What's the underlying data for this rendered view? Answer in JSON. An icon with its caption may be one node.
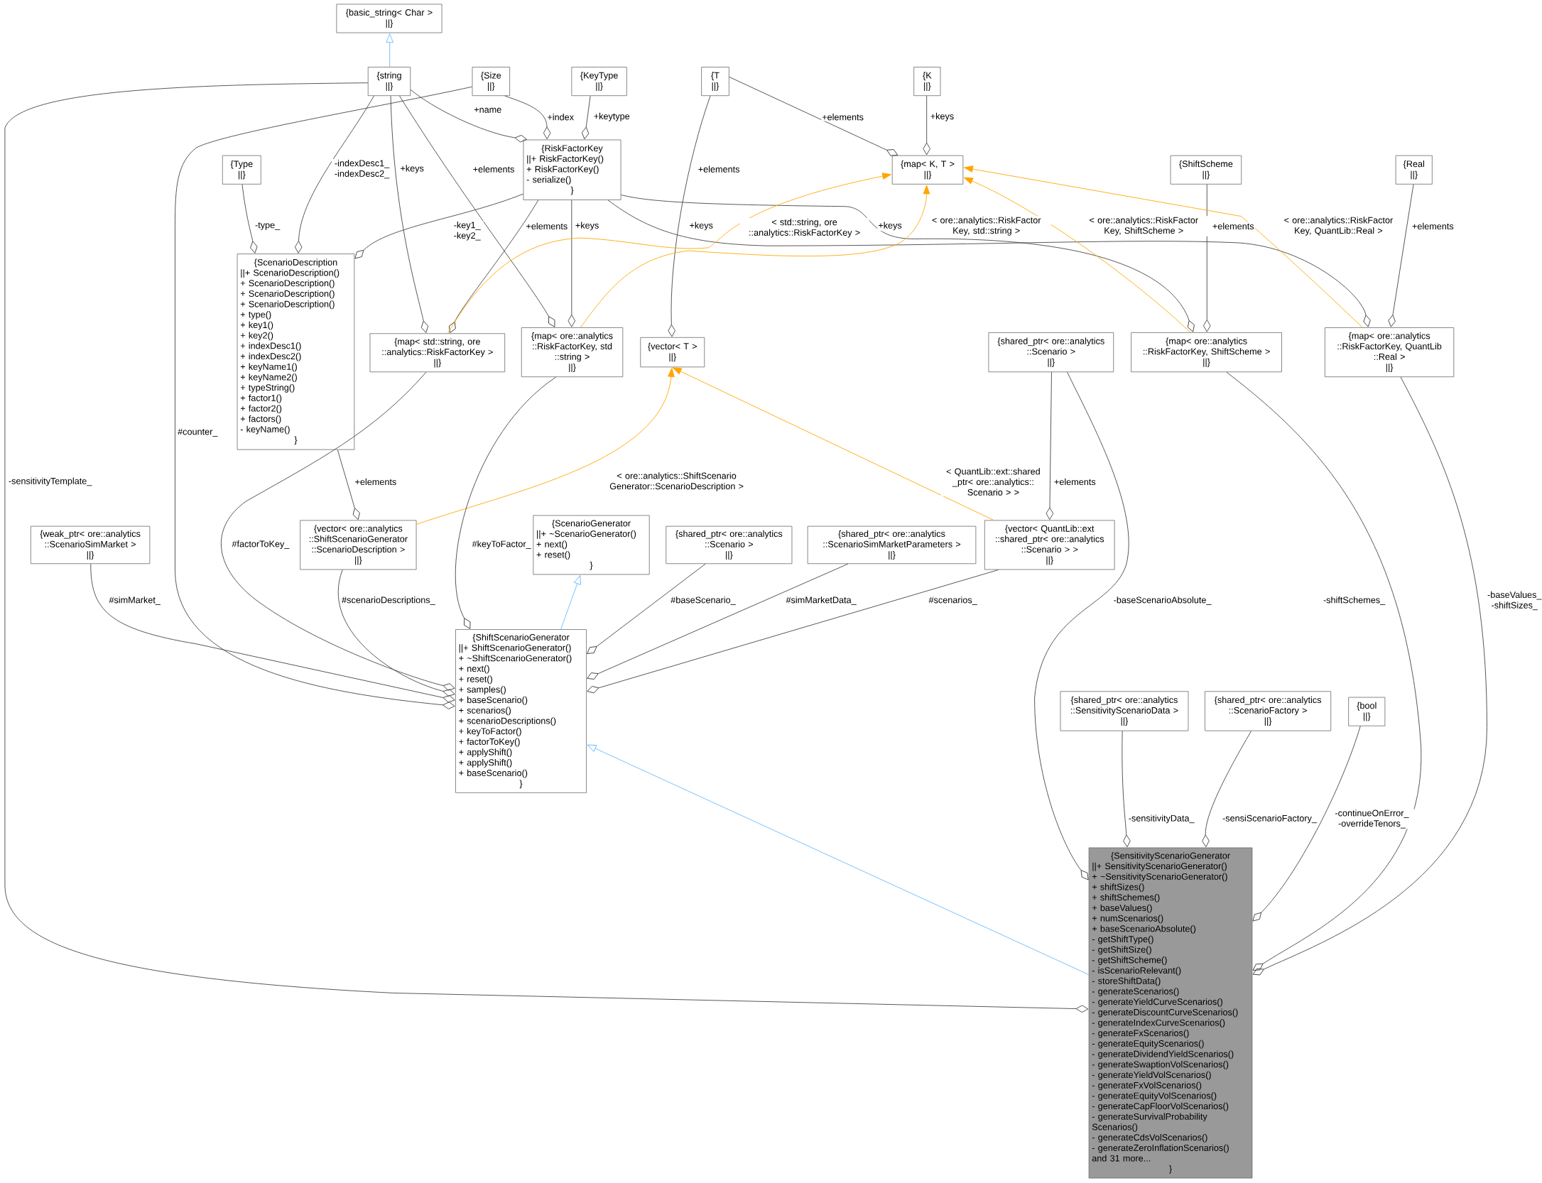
{
  "diagram": {
    "nodes": [
      {
        "text": [
          "{basic_string< Char >",
          "||}"
        ]
      },
      {
        "text": [
          "{string",
          "||}"
        ]
      },
      {
        "text": [
          "{Size",
          "||}"
        ]
      },
      {
        "text": [
          "{KeyType",
          "||}"
        ]
      },
      {
        "text": [
          "{T",
          "||}"
        ]
      },
      {
        "text": [
          "{K",
          "||}"
        ]
      },
      {
        "text": [
          "{map< K, T >",
          "||}"
        ]
      },
      {
        "text": [
          "{Type",
          "||}"
        ]
      },
      {
        "text": [
          "{RiskFactorKey",
          "||+ RiskFactorKey()",
          "+ RiskFactorKey()",
          "- serialize()",
          "}"
        ]
      },
      {
        "text": [
          "{ShiftScheme",
          "||}"
        ]
      },
      {
        "text": [
          "{Real",
          "||}"
        ]
      },
      {
        "text": [
          "{ScenarioDescription",
          "||+ ScenarioDescription()",
          "+ ScenarioDescription()",
          "+ ScenarioDescription()",
          "+ ScenarioDescription()",
          "+ type()",
          "+ key1()",
          "+ key2()",
          "+ indexDesc1()",
          "+ indexDesc2()",
          "+ keyName1()",
          "+ keyName2()",
          "+ typeString()",
          "+ factor1()",
          "+ factor2()",
          "+ factors()",
          "- keyName()",
          "}"
        ]
      },
      {
        "text": [
          "{map< std::string, ore ::analytics::RiskFactorKey >",
          "||}"
        ]
      },
      {
        "text": [
          "{map< ore::analytics ::RiskFactorKey, std ::string >",
          "||}"
        ]
      },
      {
        "text": [
          "{vector< T >",
          "||}"
        ]
      },
      {
        "text": [
          "{shared_ptr< ore::analytics ::Scenario >",
          "||}"
        ]
      },
      {
        "text": [
          "{map< ore::analytics ::RiskFactorKey, ShiftScheme >",
          "||}"
        ]
      },
      {
        "text": [
          "{map< ore::analytics ::RiskFactorKey, QuantLib ::Real >",
          "||}"
        ]
      },
      {
        "text": [
          "{weak_ptr< ore::analytics ::ScenarioSimMarket >",
          "||}"
        ]
      },
      {
        "text": [
          "{vector< ore::analytics ::ShiftScenarioGenerator ::ScenarioDescription >",
          "||}"
        ]
      },
      {
        "text": [
          "{ScenarioGenerator",
          "||+ ~ScenarioGenerator()",
          "+ next()",
          "+ reset()",
          "}"
        ]
      },
      {
        "text": [
          "{shared_ptr< ore::analytics ::Scenario >",
          "||}"
        ]
      },
      {
        "text": [
          "{shared_ptr< ore::analytics ::ScenarioSimMarketParameters >",
          "||}"
        ]
      },
      {
        "text": [
          "{vector< QuantLib::ext ::shared_ptr< ore::analytics ::Scenario > >",
          "||}"
        ]
      },
      {
        "text": [
          "{ShiftScenarioGenerator",
          "||+ ShiftScenarioGenerator()",
          "+ ~ShiftScenarioGenerator()",
          "+ next()",
          "+ reset()",
          "+ samples()",
          "+ baseScenario()",
          "+ scenarios()",
          "+ scenarioDescriptions()",
          "+ keyToFactor()",
          "+ factorToKey()",
          "+ applyShift()",
          "+ applyShift()",
          "+ baseScenario()",
          "}"
        ]
      },
      {
        "text": [
          "{shared_ptr< ore::analytics ::SensitivityScenarioData >",
          "||}"
        ]
      },
      {
        "text": [
          "{shared_ptr< ore::analytics ::ScenarioFactory >",
          "||}"
        ]
      },
      {
        "text": [
          "{bool",
          "||}"
        ]
      },
      {
        "text": [
          "{SensitivityScenarioGenerator",
          "||+ SensitivityScenarioGenerator()",
          "+ ~SensitivityScenarioGenerator()",
          "+ shiftSizes()",
          "+ shiftSchemes()",
          "+ baseValues()",
          "+ numScenarios()",
          "+ baseScenarioAbsolute()",
          "- getShiftType()",
          "- getShiftSize()",
          "- getShiftScheme()",
          "- isScenarioRelevant()",
          "- storeShiftData()",
          "- generateScenarios()",
          "- generateYieldCurveScenarios()",
          "- generateDiscountCurveScenarios()",
          "- generateIndexCurveScenarios()",
          "- generateFxScenarios()",
          "- generateEquityScenarios()",
          "- generateDividendYieldScenarios()",
          "- generateSwaptionVolScenarios()",
          "- generateYieldVolScenarios()",
          "- generateFxVolScenarios()",
          "- generateEquityVolScenarios()",
          "- generateCapFloorVolScenarios()",
          "- generateSurvivalProbability Scenarios()",
          "- generateCdsVolScenarios()",
          "- generateZeroInflationScenarios()",
          "and 31 more...",
          "}"
        ]
      }
    ],
    "edges": [
      {
        "from": 1,
        "to": 0,
        "arrow": "to",
        "color": "#63b8ff"
      },
      {
        "from": 1,
        "to": 28,
        "arrow": "other",
        "label": "-sensitivityTemplate_"
      },
      {
        "from": 2,
        "to": 24,
        "arrow": "other",
        "label": "#counter_"
      },
      {
        "from": 1,
        "to": 8,
        "arrow": "other",
        "label": "+name"
      },
      {
        "from": 2,
        "to": 8,
        "arrow": "other",
        "label": "+index"
      },
      {
        "from": 3,
        "to": 8,
        "arrow": "other",
        "label": "+keytype"
      },
      {
        "from": 4,
        "to": 6,
        "arrow": "other",
        "label": "+elements"
      },
      {
        "from": 5,
        "to": 6,
        "arrow": "other",
        "label": "+keys"
      },
      {
        "from": 7,
        "to": 11,
        "arrow": "other",
        "label": "-type_"
      },
      {
        "from": 1,
        "to": 11,
        "arrow": "other",
        "label": "-indexDesc1_ -indexDesc2_"
      },
      {
        "from": 8,
        "to": 11,
        "arrow": "other",
        "label": "-key1_ -key2_"
      },
      {
        "from": 1,
        "to": 12,
        "arrow": "other",
        "label": "+keys"
      },
      {
        "from": 8,
        "to": 12,
        "arrow": "other",
        "label": "+elements"
      },
      {
        "from": 1,
        "to": 13,
        "arrow": "other",
        "label": "+elements"
      },
      {
        "from": 8,
        "to": 13,
        "arrow": "other",
        "label": "+keys"
      },
      {
        "from": 4,
        "to": 14,
        "arrow": "other",
        "label": "+elements"
      },
      {
        "from": 8,
        "to": 16,
        "arrow": "other",
        "label": "+keys"
      },
      {
        "from": 9,
        "to": 16,
        "arrow": "other",
        "label": "+elements"
      },
      {
        "from": 8,
        "to": 17,
        "arrow": "other",
        "label": "+keys"
      },
      {
        "from": 10,
        "to": 17,
        "arrow": "other",
        "label": "+elements"
      },
      {
        "from": 12,
        "to": 6,
        "arrow": "to",
        "label": "< std::string, ore ::analytics::RiskFactorKey >",
        "color": "#ffa500"
      },
      {
        "from": 13,
        "to": 6,
        "arrow": "to",
        "label": "< ore::analytics::RiskFactor Key, std::string >",
        "color": "#ffa500"
      },
      {
        "from": 16,
        "to": 6,
        "arrow": "to",
        "label": "< ore::analytics::RiskFactor Key, ShiftScheme >",
        "color": "#ffa500"
      },
      {
        "from": 17,
        "to": 6,
        "arrow": "to",
        "label": "< ore::analytics::RiskFactor Key, QuantLib::Real >",
        "color": "#ffa500"
      },
      {
        "from": 11,
        "to": 19,
        "arrow": "other",
        "label": "+elements"
      },
      {
        "from": 15,
        "to": 23,
        "arrow": "other",
        "label": "+elements"
      },
      {
        "from": 19,
        "to": 14,
        "arrow": "to",
        "label": "< ore::analytics::ShiftScenario Generator::ScenarioDescription >",
        "color": "#ffa500"
      },
      {
        "from": 23,
        "to": 14,
        "arrow": "to",
        "label": "< QuantLib::ext::shared _ptr< ore::analytics:: Scenario > >",
        "color": "#ffa500"
      },
      {
        "from": 24,
        "to": 20,
        "arrow": "to",
        "color": "#63b8ff"
      },
      {
        "from": 12,
        "to": 24,
        "arrow": "other",
        "label": "#factorToKey_"
      },
      {
        "from": 13,
        "to": 24,
        "arrow": "other",
        "label": "#keyToFactor_"
      },
      {
        "from": 18,
        "to": 24,
        "arrow": "other",
        "label": "#simMarket_"
      },
      {
        "from": 19,
        "to": 24,
        "arrow": "other",
        "label": "#scenarioDescriptions_"
      },
      {
        "from": 21,
        "to": 24,
        "arrow": "other",
        "label": "#baseScenario_"
      },
      {
        "from": 22,
        "to": 24,
        "arrow": "other",
        "label": "#simMarketData_"
      },
      {
        "from": 23,
        "to": 24,
        "arrow": "other",
        "label": "#scenarios_"
      },
      {
        "from": 28,
        "to": 24,
        "arrow": "to",
        "color": "#63b8ff"
      },
      {
        "from": 15,
        "to": 28,
        "arrow": "other",
        "label": "-baseScenarioAbsolute_"
      },
      {
        "from": 16,
        "to": 28,
        "arrow": "other",
        "label": "-shiftSchemes_"
      },
      {
        "from": 17,
        "to": 28,
        "arrow": "other",
        "label": "-baseValues_ -shiftSizes_"
      },
      {
        "from": 25,
        "to": 28,
        "arrow": "other",
        "label": "-sensitivityData_"
      },
      {
        "from": 26,
        "to": 28,
        "arrow": "other",
        "label": "-sensiScenarioFactory_"
      },
      {
        "from": 27,
        "to": 28,
        "arrow": "other",
        "label": "-continueOnError_ -overrideTenors_"
      }
    ]
  }
}
